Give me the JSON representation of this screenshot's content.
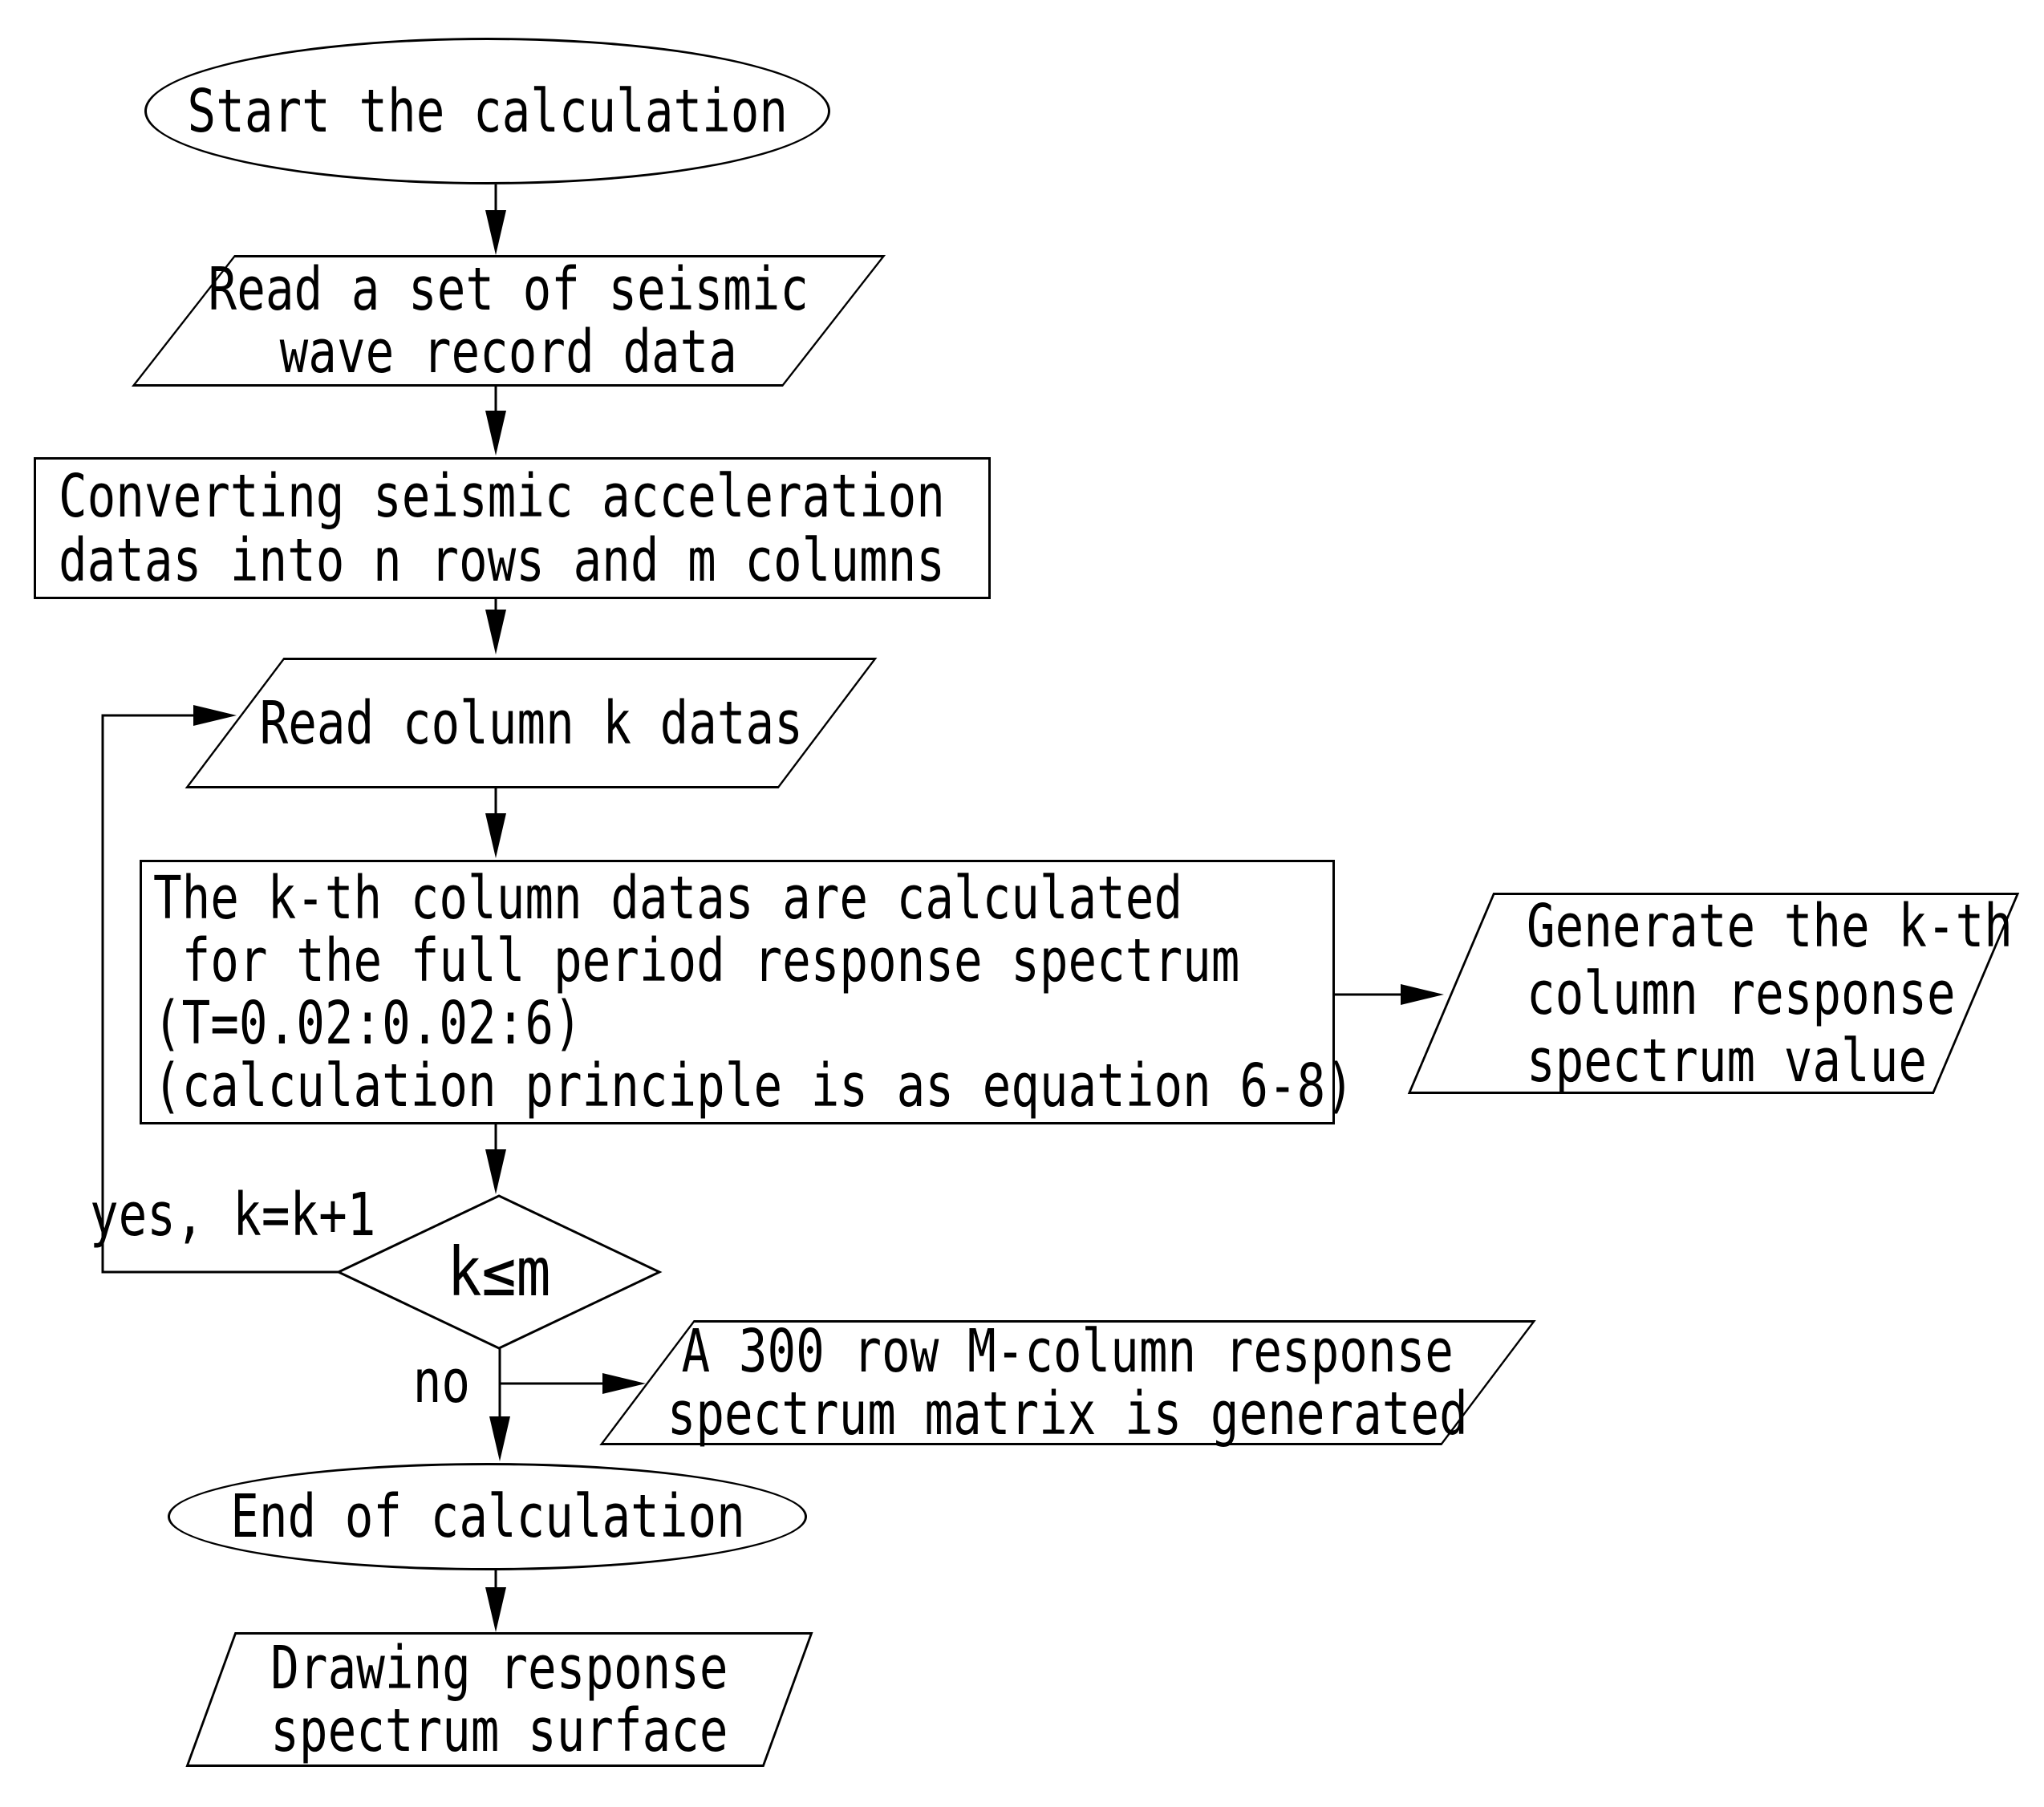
{
  "diagram": {
    "type": "flowchart",
    "colors": {
      "stroke": "#000000",
      "background": "#ffffff",
      "text": "#000000"
    },
    "nodes": {
      "start": {
        "shape": "terminator",
        "label": "Start the calculation"
      },
      "read_wave": {
        "shape": "parallelogram",
        "lines": [
          "Read a set of seismic",
          "wave record data"
        ]
      },
      "convert": {
        "shape": "rectangle",
        "lines": [
          "Converting seismic acceleration",
          "datas into n rows and m columns"
        ]
      },
      "read_column": {
        "shape": "parallelogram",
        "label": "Read column k datas"
      },
      "calc": {
        "shape": "rectangle",
        "lines": [
          "The k-th column datas are calculated",
          " for the full period response spectrum",
          "(T=0.02:0.02:6)",
          "(calculation principle is as equation 6-8)"
        ]
      },
      "generate": {
        "shape": "parallelogram",
        "lines": [
          "Generate the k-th",
          "column response",
          "spectrum value"
        ]
      },
      "decision": {
        "shape": "diamond",
        "label": "k≤m"
      },
      "matrix": {
        "shape": "parallelogram",
        "lines": [
          "A 300 row M-column response",
          "spectrum matrix is generated"
        ]
      },
      "end": {
        "shape": "terminator",
        "label": "End of calculation"
      },
      "draw_surface": {
        "shape": "parallelogram",
        "lines": [
          "Drawing response",
          "spectrum surface"
        ]
      }
    },
    "edge_labels": {
      "yes": "yes, k=k+1",
      "no": "no"
    }
  }
}
